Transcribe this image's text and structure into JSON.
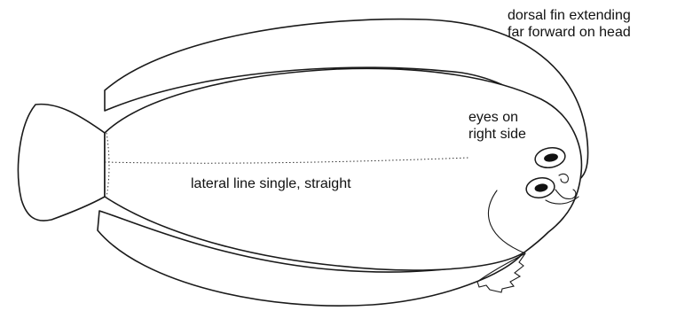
{
  "annotations": {
    "dorsal_fin": [
      "dorsal fin extending",
      "far forward on head"
    ],
    "eyes": [
      "eyes on",
      "right side"
    ],
    "lateral_line": "lateral line single, straight"
  }
}
